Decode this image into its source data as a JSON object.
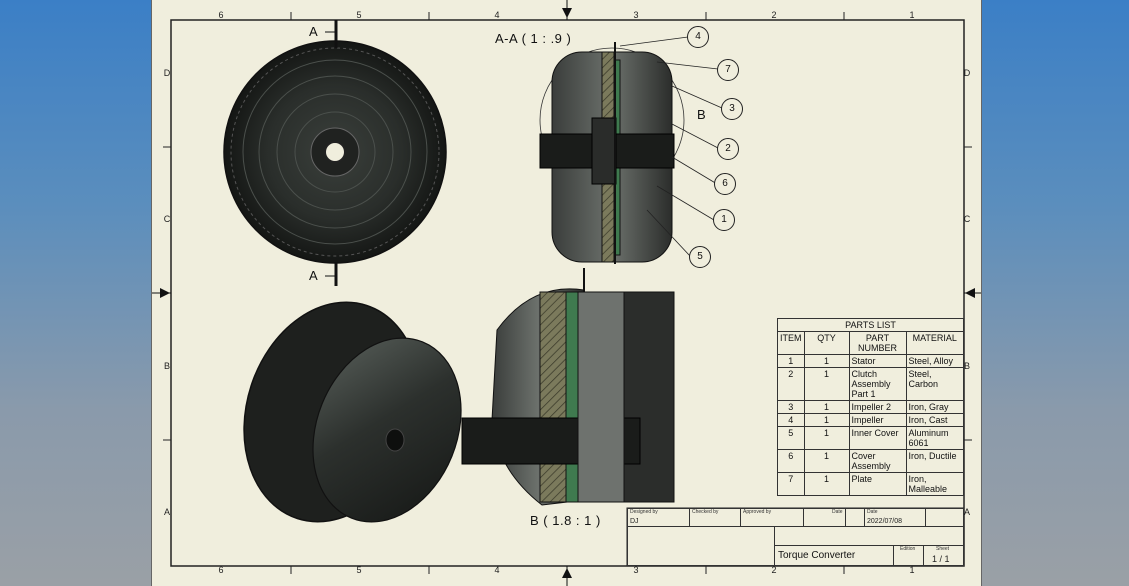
{
  "sheet": {
    "zones_top": [
      "6",
      "5",
      "4",
      "3",
      "2",
      "1"
    ],
    "zones_side": [
      "D",
      "C",
      "B",
      "A"
    ]
  },
  "views": {
    "section_title": "A-A ( 1 : .9 )",
    "detail_title": "B ( 1.8 : 1 )",
    "cut_label_top": "A",
    "cut_label_bottom": "A",
    "detail_marker": "B"
  },
  "balloons": [
    "4",
    "7",
    "3",
    "2",
    "6",
    "1",
    "5"
  ],
  "parts_list": {
    "title": "PARTS LIST",
    "headers": [
      "ITEM",
      "QTY",
      "PART NUMBER",
      "MATERIAL"
    ],
    "rows": [
      {
        "item": "1",
        "qty": "1",
        "part": "Stator",
        "material": "Steel, Alloy"
      },
      {
        "item": "2",
        "qty": "1",
        "part": "Clutch Assembly Part 1",
        "material": "Steel, Carbon"
      },
      {
        "item": "3",
        "qty": "1",
        "part": "Impeller 2",
        "material": "Iron, Gray"
      },
      {
        "item": "4",
        "qty": "1",
        "part": "Impeller",
        "material": "Iron, Cast"
      },
      {
        "item": "5",
        "qty": "1",
        "part": "Inner Cover",
        "material": "Aluminum 6061"
      },
      {
        "item": "6",
        "qty": "1",
        "part": "Cover Assembly",
        "material": "Iron, Ductile"
      },
      {
        "item": "7",
        "qty": "1",
        "part": "Plate",
        "material": "Iron, Malleable"
      }
    ]
  },
  "title_block": {
    "designed_by_label": "Designed by",
    "designed_by_value": "DJ",
    "checked_by_label": "Checked by",
    "approved_by_label": "Approved by",
    "date_label": "Date",
    "date2_label": "Date",
    "date_value": "2022/07/08",
    "title": "Torque Converter",
    "edition_label": "Edition",
    "sheet_label": "Sheet",
    "sheet_value": "1 / 1"
  }
}
